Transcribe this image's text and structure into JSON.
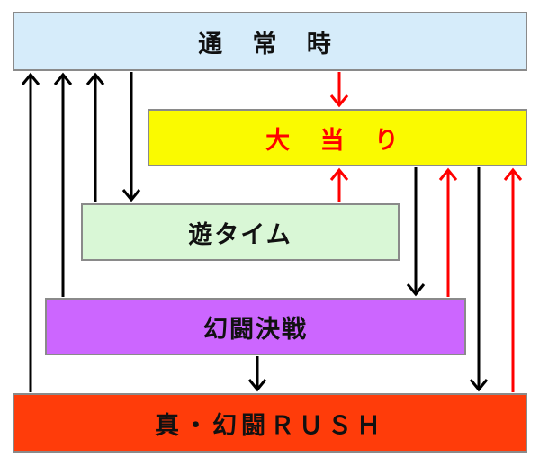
{
  "states": {
    "normal": "通 常 時",
    "jackpot": "大 当 り",
    "asobi_time": "遊タイム",
    "genso_kessen": "幻闘決戦",
    "shin_genso_rush": "真・幻闘ＲＵＳＨ"
  },
  "colors": {
    "normal_fill": "#d6ecfa",
    "jackpot_fill": "#fafa00",
    "jackpot_text": "#ff0000",
    "asobi_fill": "#d9f7d6",
    "genso_fill": "#cc66ff",
    "rush_fill": "#ff3c0a",
    "arrow_black": "#000000",
    "arrow_red": "#ff0000"
  }
}
